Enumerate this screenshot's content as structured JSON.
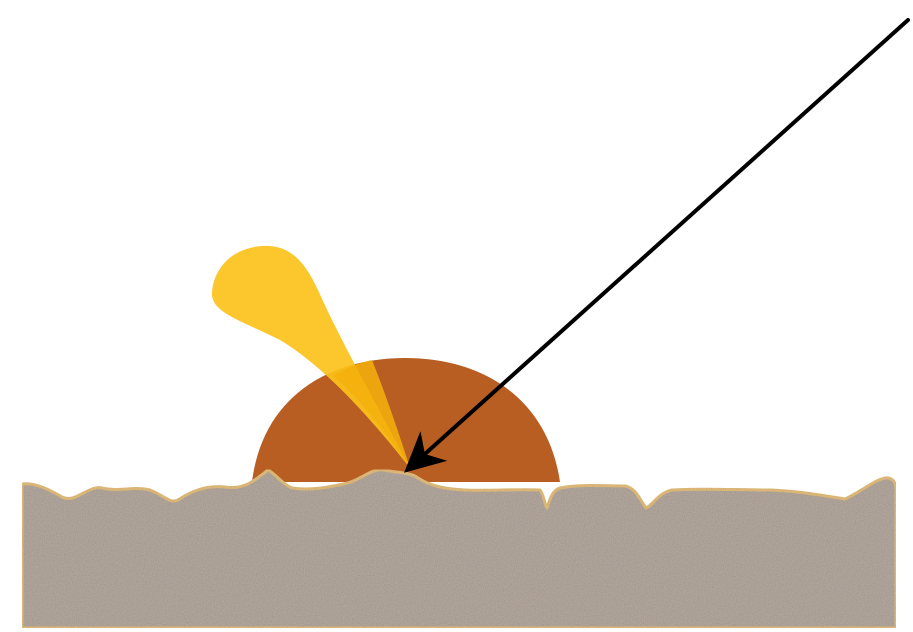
{
  "diagram": {
    "colors": {
      "background": "#ffffff",
      "surface_fill": "#b7aba1",
      "surface_edge": "#e8c27e",
      "dome_fill": "#b85e22",
      "lobe_fill": "#fcc21b",
      "overlap_fill": "#f4b00c",
      "arrow": "#000000"
    },
    "elements": [
      "rough-surface",
      "hemisphere-dome",
      "scattered-lobe",
      "incident-arrow"
    ]
  }
}
